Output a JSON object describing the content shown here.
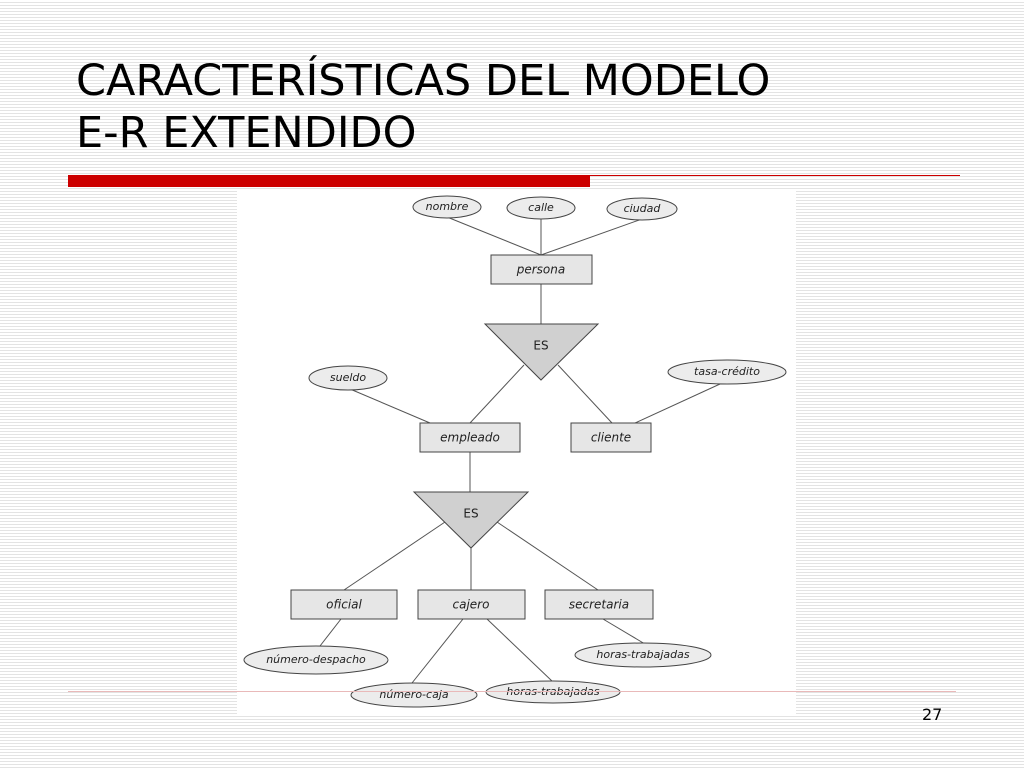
{
  "slide": {
    "title_line1": "CARACTERÍSTICAS DEL MODELO",
    "title_line2": "E-R EXTENDIDO",
    "page_number": "27",
    "colors": {
      "accent_rule": "#cc0000",
      "entity_fill": "#e6e6e6",
      "attribute_fill": "#ececec",
      "isa_fill": "#d0d0d0",
      "line": "#555555"
    }
  },
  "diagram": {
    "entities": {
      "persona": "persona",
      "empleado": "empleado",
      "cliente": "cliente",
      "oficial": "oficial",
      "cajero": "cajero",
      "secretaria": "secretaria"
    },
    "attributes": {
      "nombre": "nombre",
      "calle": "calle",
      "ciudad": "ciudad",
      "sueldo": "sueldo",
      "tasa_credito": "tasa-crédito",
      "numero_despacho": "número-despacho",
      "numero_caja": "número-caja",
      "horas_trabajadas_cajero": "horas-trabajadas",
      "horas_trabajadas_secretaria": "horas-trabajadas"
    },
    "isa": {
      "upper": "ES",
      "lower": "ES"
    }
  }
}
